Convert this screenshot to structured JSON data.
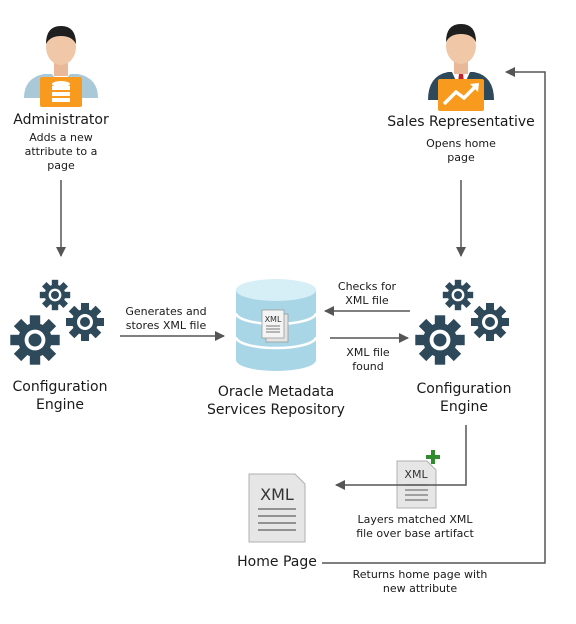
{
  "administrator": {
    "title": "Administrator",
    "action_line1": "Adds a new",
    "action_line2": "attribute to a",
    "action_line3": "page"
  },
  "sales_rep": {
    "title": "Sales Representative",
    "action_line1": "Opens home",
    "action_line2": "page"
  },
  "config_engine_left": {
    "line1": "Configuration",
    "line2": "Engine"
  },
  "config_engine_right": {
    "line1": "Configuration",
    "line2": "Engine"
  },
  "repository": {
    "line1": "Oracle Metadata",
    "line2": "Services Repository",
    "doc_label": "XML"
  },
  "arrows": {
    "generates_line1": "Generates and",
    "generates_line2": "stores XML file",
    "checks_line1": "Checks for",
    "checks_line2": "XML file",
    "found_line1": "XML file",
    "found_line2": "found",
    "layers_line1": "Layers matched XML",
    "layers_line2": "file over base artifact",
    "returns_line1": "Returns home page with",
    "returns_line2": "new attribute"
  },
  "home_page": {
    "title": "Home Page",
    "doc_label": "XML"
  },
  "new_xml_doc": {
    "doc_label": "XML"
  },
  "colors": {
    "gear": "#2e4a5a",
    "orange": "#f79a1e",
    "plus": "#2e8b2e",
    "cylinder": "#a9d6e6",
    "arrow": "#555555"
  }
}
